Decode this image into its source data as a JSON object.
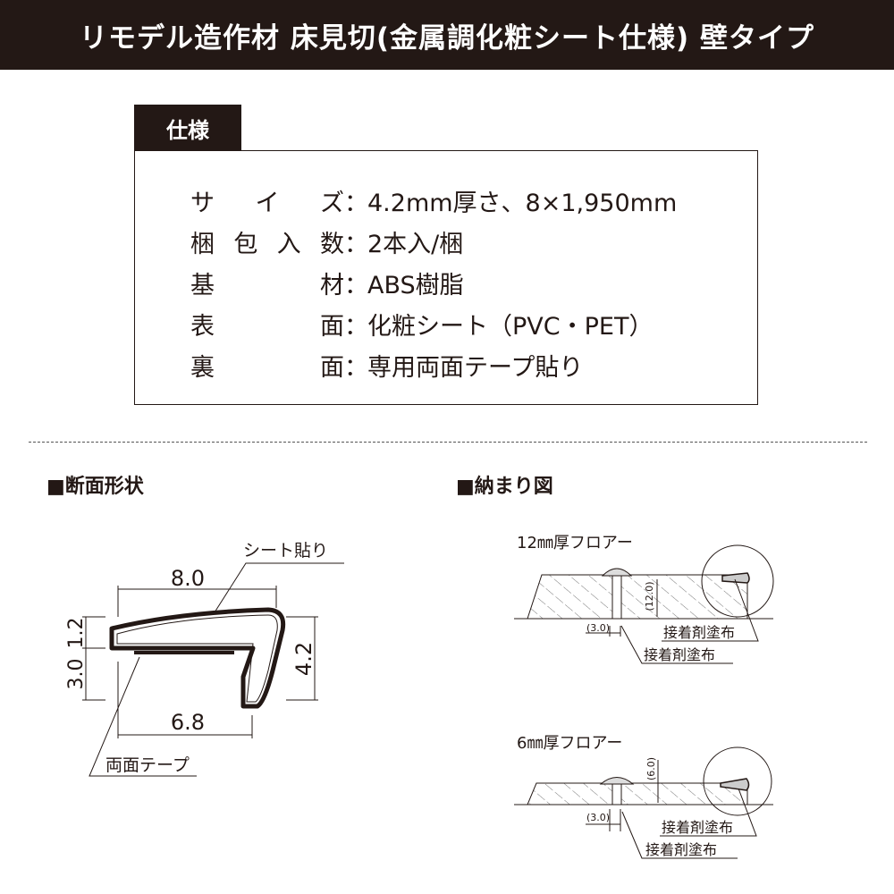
{
  "title": "リモデル造作材 床見切(金属調化粧シート仕様) 壁タイプ",
  "spec": {
    "tab": "仕様",
    "rows": [
      {
        "label": [
          "サ",
          "イ",
          "ズ"
        ],
        "value": "4.2mm厚さ、8×1,950mm"
      },
      {
        "label": [
          "梱",
          "包",
          "入",
          "数"
        ],
        "value": "2本入/梱"
      },
      {
        "label": [
          "基",
          "材"
        ],
        "value": "ABS樹脂"
      },
      {
        "label": [
          "表",
          "面"
        ],
        "value": "化粧シート（PVC・PET）"
      },
      {
        "label": [
          "裏",
          "面"
        ],
        "value": "専用両面テープ貼り"
      }
    ],
    "sep": "："
  },
  "section_profile": {
    "heading": "■断面形状",
    "sheet": "シート貼り",
    "tape": "両面テープ",
    "dims": {
      "top": "8.0",
      "bottom": "6.8",
      "right": "4.2",
      "left_top": "1.2",
      "left_bottom": "3.0"
    }
  },
  "section_install": {
    "heading": "■納まり図",
    "floor12": {
      "label": "12㎜厚フロアー",
      "thickness": "(12.0)",
      "gap": "(3.0)",
      "adhesive1": "接着剤塗布",
      "adhesive2": "接着剤塗布"
    },
    "floor6": {
      "label": "6㎜厚フロアー",
      "thickness": "(6.0)",
      "gap": "(3.0)",
      "adhesive1": "接着剤塗布",
      "adhesive2": "接着剤塗布"
    }
  }
}
